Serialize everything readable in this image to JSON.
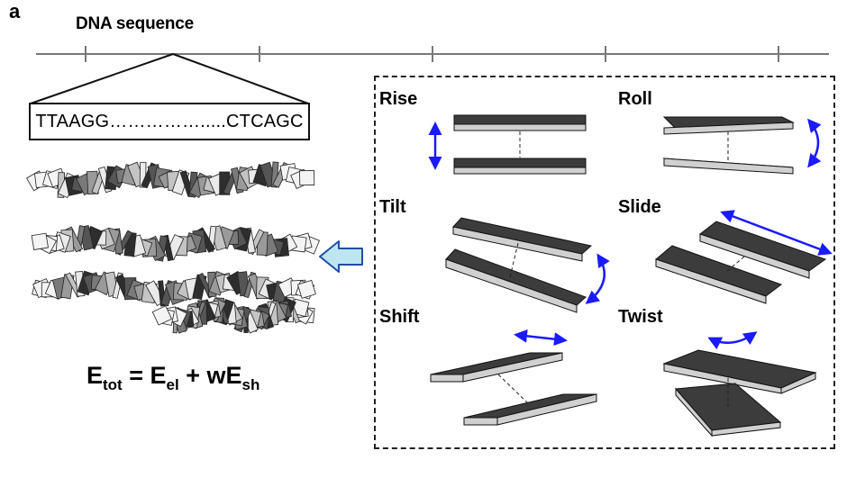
{
  "panel_label": "a",
  "sequence_title": "DNA sequence",
  "sequence_text": "TTAAGG…………….....CTCAGC",
  "parameters": {
    "rise": "Rise",
    "roll": "Roll",
    "tilt": "Tilt",
    "slide": "Slide",
    "shift": "Shift",
    "twist": "Twist"
  },
  "energy": {
    "E": "E",
    "tot_sub": "tot",
    "equals": " = E",
    "el_sub": "el",
    "plus_w": " + wE",
    "sh_sub": "sh"
  },
  "colors": {
    "arrow_blue": "#1a1aff",
    "plate_dark": "#3c3c3c",
    "plate_side": "#d0d0d0",
    "pointer_fill": "#bde6f0",
    "pointer_stroke": "#1f4fa0"
  }
}
